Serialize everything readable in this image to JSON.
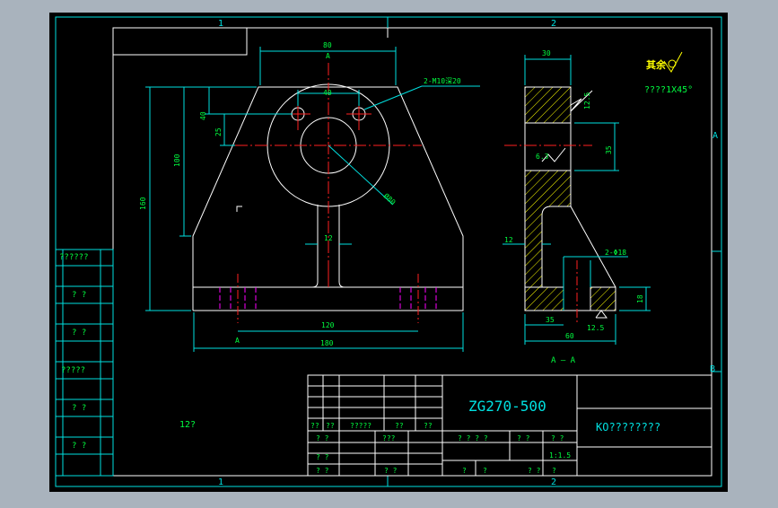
{
  "colors": {
    "workspace": "#a9b3bd",
    "paper": "#000000",
    "frame": "#00e0e0",
    "line": "#ffffff",
    "center": "#ff2020",
    "hidden": "#ff00ff",
    "text": "#00ff40",
    "yellow": "#ffff00"
  },
  "zones": {
    "top": [
      "1",
      "2"
    ],
    "bottom": [
      "1",
      "2"
    ],
    "right": [
      "A",
      "B"
    ]
  },
  "side_labels": [
    "??????",
    "? ?",
    "? ?",
    "?????",
    "? ?",
    "? ?"
  ],
  "dims": {
    "top_width": "80",
    "d40": "40",
    "d25": "25",
    "d100": "100",
    "d160": "160",
    "hole_callout": "2-M10深20",
    "bore": "Ø80",
    "web": "12",
    "d120": "120",
    "d180": "180",
    "sec_A_top": "A",
    "sec_A_bottom": "A",
    "side_30": "30",
    "side_125": "12.5",
    "side_35h": "35",
    "side_63": "6.3",
    "side_12": "12",
    "side_holes": "2-Φ18",
    "side_18": "18",
    "side_35": "35",
    "side_60": "60",
    "side_125b": "12.5",
    "section_label": "A — A"
  },
  "notes": {
    "roughness_rest": "其余",
    "chamfer": "????1X45°",
    "scale_note": "12?"
  },
  "title_block": {
    "material": "ZG270-500",
    "org": "KO????????",
    "sign_row": [
      "??",
      "??",
      "?????",
      "??",
      "??"
    ],
    "row_design": "? ?",
    "row_design2": "???",
    "row_check": "? ?",
    "row_approve": "? ?",
    "row_approve2": "? ?",
    "hdr_mark": "? ? ? ?",
    "hdr_weight": "? ?",
    "hdr_scale": "? ?",
    "scale": "1:1.5",
    "sheet_a": "?",
    "sheet_b": "?",
    "sheet_c": "? ?",
    "sheet_d": "?"
  }
}
